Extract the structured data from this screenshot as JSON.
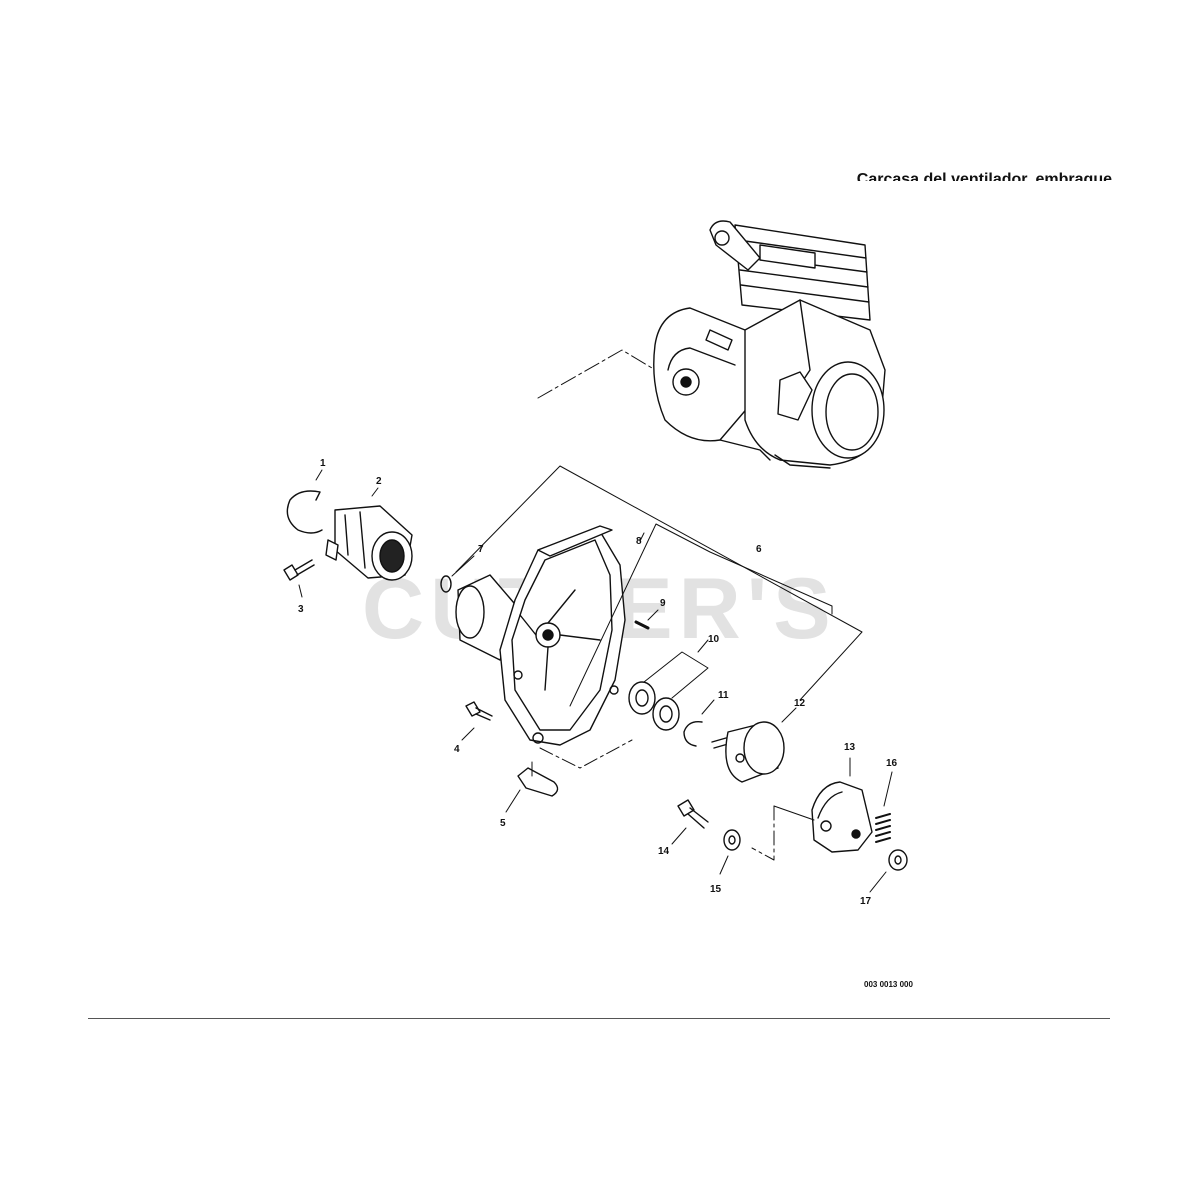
{
  "title": "Carcasa del ventilador, embrague",
  "watermark": "CUTLER'S",
  "drawing_code": "003 0013 000",
  "callouts": {
    "c1": "1",
    "c2": "2",
    "c3": "3",
    "c4": "4",
    "c5": "5",
    "c6": "6",
    "c7": "7",
    "c8": "8",
    "c9": "9",
    "c10": "10",
    "c11": "11",
    "c12": "12",
    "c13": "13",
    "c14": "14",
    "c15": "15",
    "c16": "16",
    "c17": "17"
  }
}
